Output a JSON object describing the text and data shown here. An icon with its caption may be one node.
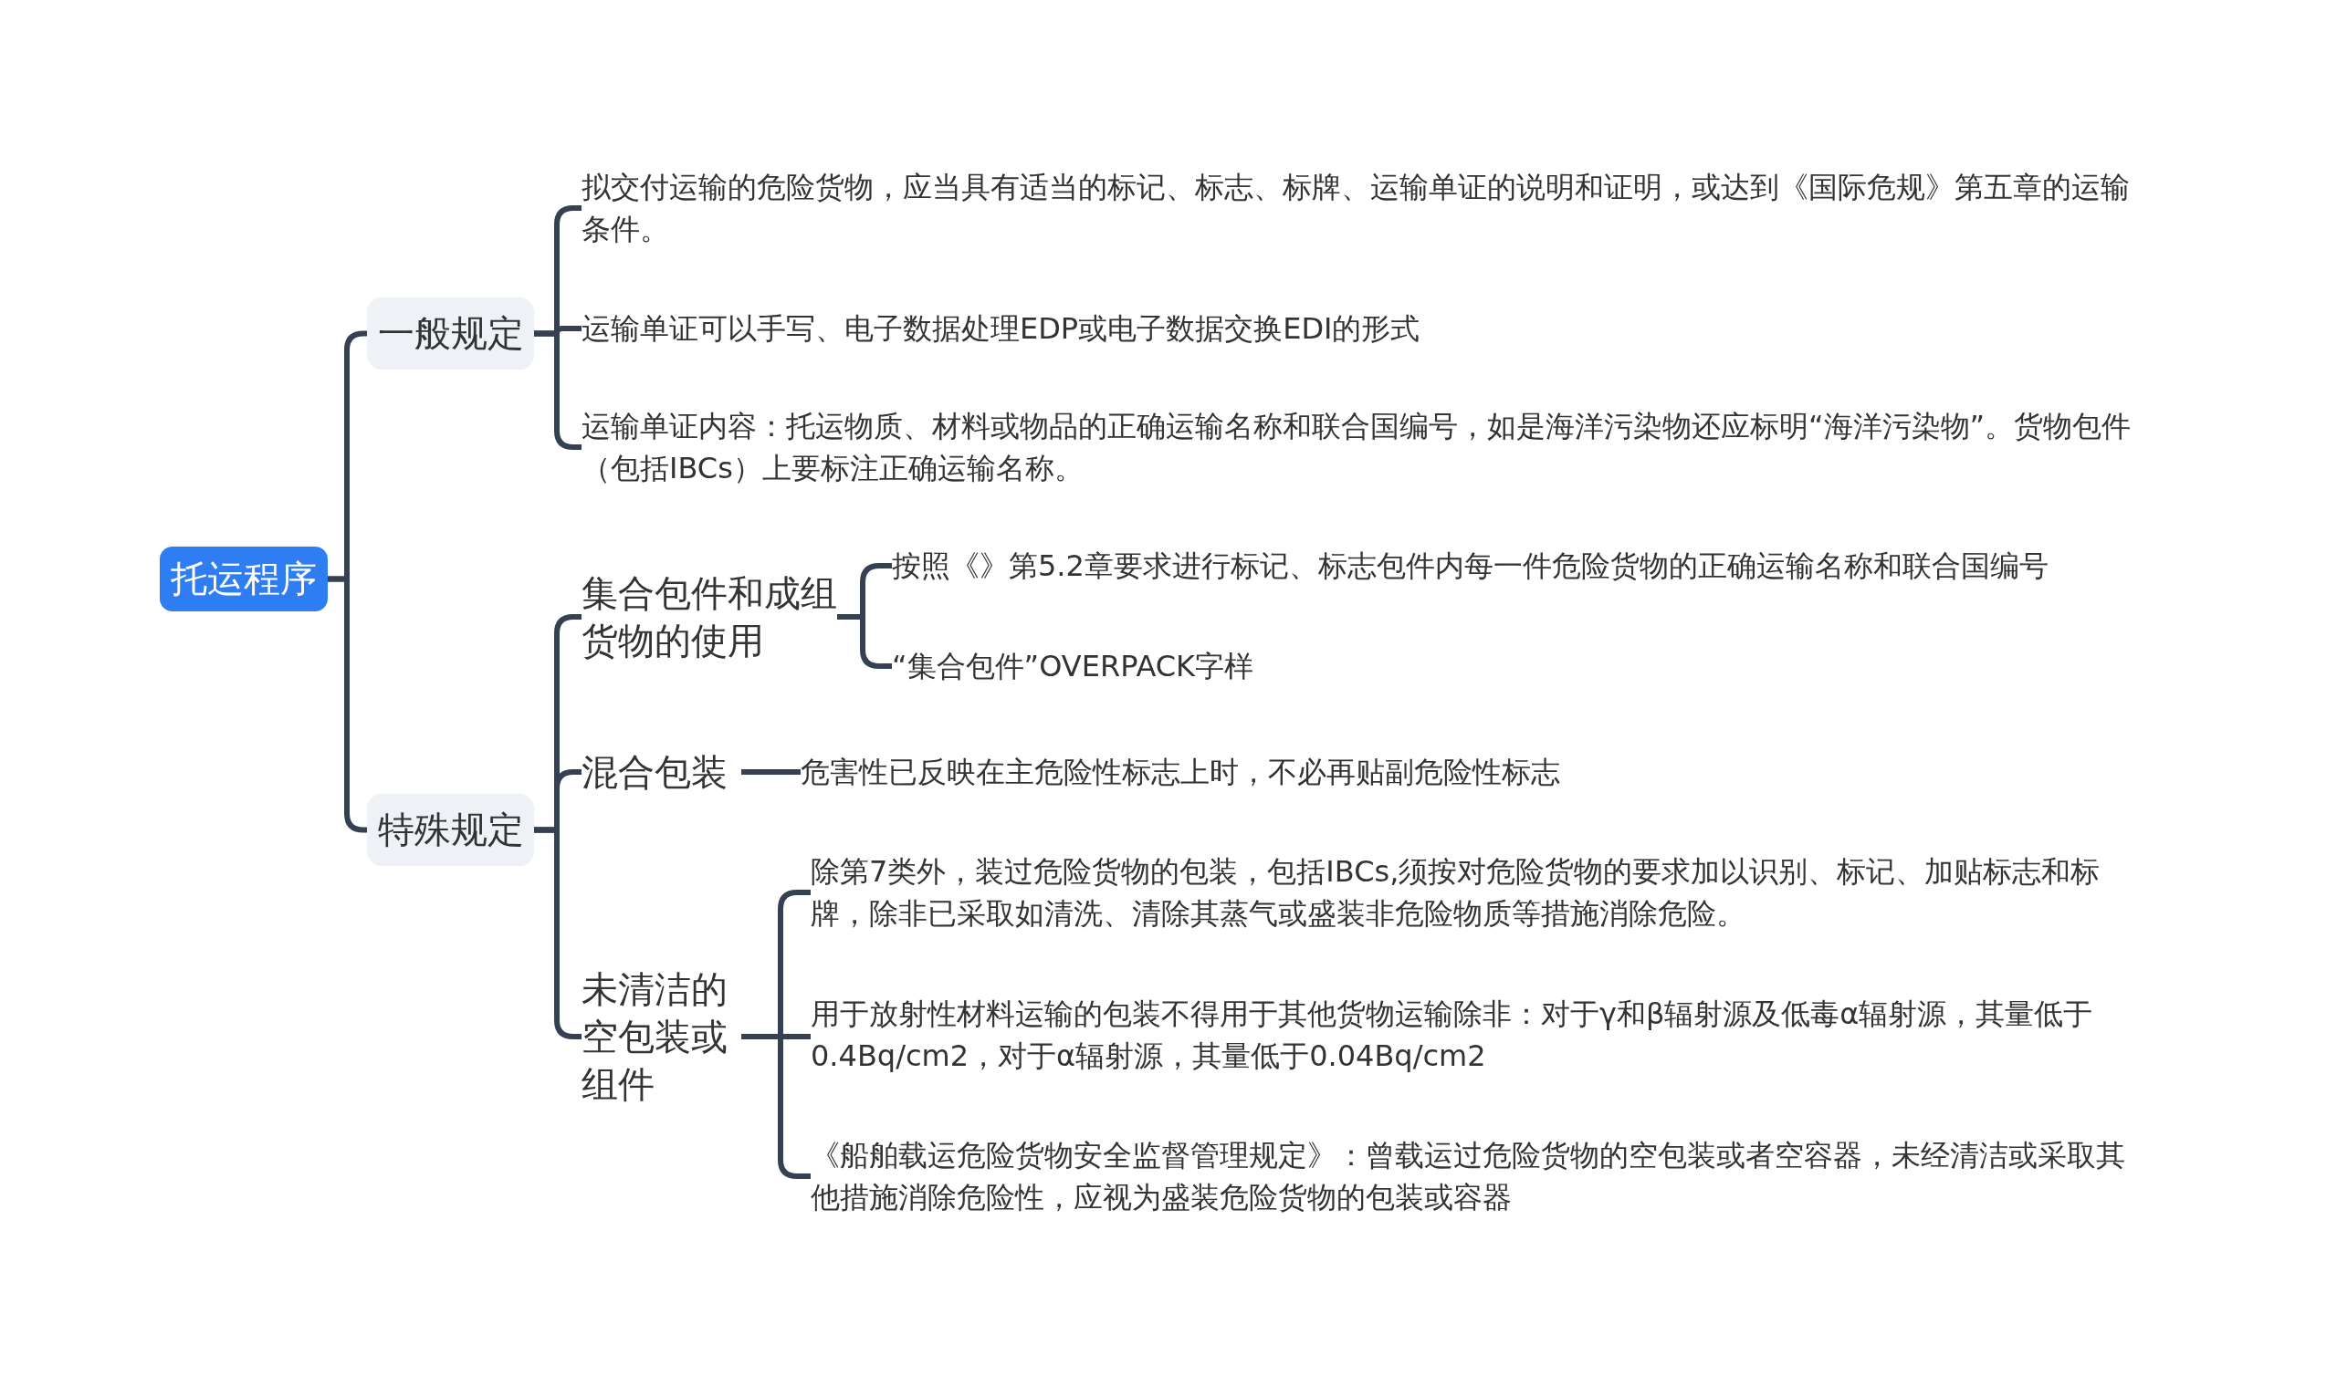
{
  "diagram": {
    "nodes": [
      {
        "text": [
          "托运程序"
        ]
      },
      {
        "text": [
          "一般规定"
        ]
      },
      {
        "text": [
          "拟交付运输的危险货物，应当具有适当的标记、标志、标牌、运输单证的说明和证明，或达到《国际危规》第五章的运输条件。"
        ]
      },
      {
        "text": [
          "运输单证可以手写、电子数据处理EDP或电子数据交换EDI的形式"
        ]
      },
      {
        "text": [
          "运输单证内容：托运物质、材料或物品的正确运输名称和联合国编号，如是海洋污染物还应标明“海洋污染物”。货物包件（包括IBCs）上要标注正确运输名称。"
        ]
      },
      {
        "text": [
          "特殊规定"
        ]
      },
      {
        "text": [
          "集合包件和成组货物的使用"
        ]
      },
      {
        "text": [
          "按照《》第5.2章要求进行标记、标志包件内每一件危险货物的正确运输名称和联合国编号"
        ]
      },
      {
        "text": [
          "“集合包件”OVERPACK字样"
        ]
      },
      {
        "text": [
          "混合包装"
        ]
      },
      {
        "text": [
          "危害性已反映在主危险性标志上时，不必再贴副危险性标志"
        ]
      },
      {
        "text": [
          "未清洁的空包装或组件"
        ]
      },
      {
        "text": [
          "除第7类外，装过危险货物的包装，包括IBCs,须按对危险货物的要求加以识别、标记、加贴标志和标牌，除非已采取如清洗、清除其蒸气或盛装非危险物质等措施消除危险。"
        ]
      },
      {
        "text": [
          "用于放射性材料运输的包装不得用于其他货物运输除非：对于γ和β辐射源及低毒α辐射源，其量低于0.4Bq/cm2，对于α辐射源，其量低于0.04Bq/cm2"
        ]
      },
      {
        "text": [
          "《船舶载运危险货物安全监督管理规定》：曾载运过危险货物的空包装或者空容器，未经清洁或采取其他措施消除危险性，应视为盛装危险货物的包装或容器"
        ]
      }
    ],
    "edges": [
      {
        "from": 0,
        "to": 1,
        "arrow": "none"
      },
      {
        "from": 1,
        "to": 2,
        "arrow": "none"
      },
      {
        "from": 1,
        "to": 3,
        "arrow": "none"
      },
      {
        "from": 1,
        "to": 4,
        "arrow": "none"
      },
      {
        "from": 0,
        "to": 5,
        "arrow": "none"
      },
      {
        "from": 5,
        "to": 6,
        "arrow": "none"
      },
      {
        "from": 6,
        "to": 7,
        "arrow": "none"
      },
      {
        "from": 6,
        "to": 8,
        "arrow": "none"
      },
      {
        "from": 5,
        "to": 9,
        "arrow": "none"
      },
      {
        "from": 9,
        "to": 10,
        "arrow": "none"
      },
      {
        "from": 5,
        "to": 11,
        "arrow": "none"
      },
      {
        "from": 11,
        "to": 12,
        "arrow": "none"
      },
      {
        "from": 11,
        "to": 13,
        "arrow": "none"
      },
      {
        "from": 11,
        "to": 14,
        "arrow": "none"
      }
    ]
  }
}
